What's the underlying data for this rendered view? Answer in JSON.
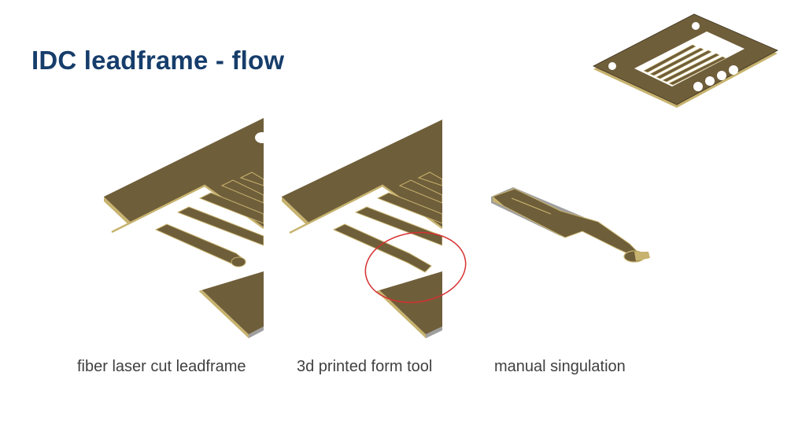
{
  "slide": {
    "title": "IDC leadframe - flow",
    "captions": [
      "fiber laser cut leadframe",
      "3d printed form tool",
      "manual singulation"
    ]
  },
  "colors": {
    "title": "#163d6b",
    "frame_top": "#6f5e3a",
    "frame_edge": "#c7b36f",
    "frame_side": "#9f9f9f",
    "highlight_circle": "#d63030",
    "caption": "#404040"
  }
}
